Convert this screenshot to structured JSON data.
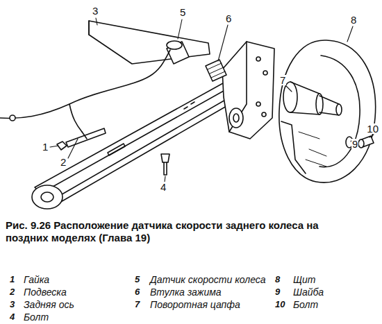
{
  "diagram": {
    "caption": "Рис. 9.26 Расположение датчика скорости заднего колеса на поздних моделях (Глава 19)",
    "labels": [
      "3",
      "5",
      "6",
      "8",
      "7",
      "9",
      "10",
      "1",
      "2",
      "4",
      "1",
      "Гайка",
      "5",
      "Датчик скорости колеса",
      "8",
      "Щит",
      "2",
      "Подвеска",
      "6",
      "Втулка зажима",
      "9",
      "Шайба",
      "3",
      "Задняя ось",
      "7",
      "Поворотная цапфа",
      "10",
      "Болт",
      "4",
      "Болт"
    ]
  }
}
